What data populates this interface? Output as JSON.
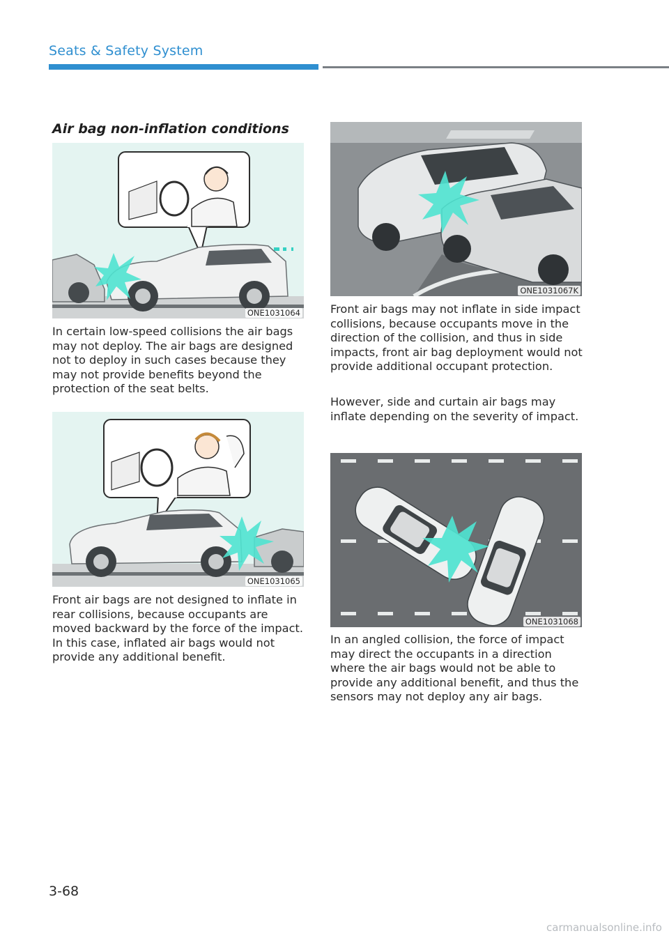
{
  "header": {
    "title": "Seats & Safety System"
  },
  "section": {
    "title": "Air bag non-inflation conditions"
  },
  "figures": [
    {
      "code": "ONE1031064"
    },
    {
      "code": "ONE1031065"
    },
    {
      "code": "ONE1031067K"
    },
    {
      "code": "ONE1031068"
    }
  ],
  "paragraphs": {
    "low_speed": "In certain low-speed collisions the air bags may not deploy. The air bags are designed not to deploy in such cases because they may not provide benefits beyond the protection of the seat belts.",
    "rear": "Front air bags are not designed to inflate in rear collisions, because occupants are moved backward by the force of the impact. In this case, inflated air bags would not provide any additional benefit.",
    "side_1": "Front air bags may not inflate in side impact collisions, because occupants move in the direction of the collision, and thus in side impacts, front air bag deployment would not provide additional occupant protection.",
    "side_2": "However, side and curtain air bags may inflate depending on the severity of impact.",
    "angled": "In an angled collision, the force of impact may direct the occupants in a direction where the air bags would not be able to provide any additional benefit, and thus the sensors may not deploy any air bags."
  },
  "footer": {
    "page_number": "3-68",
    "watermark": "carmanualsonline.info"
  },
  "colors": {
    "accent": "#2f8fd0",
    "impact": "#4fe3d0",
    "figure_bg": "#e4f4f1"
  }
}
